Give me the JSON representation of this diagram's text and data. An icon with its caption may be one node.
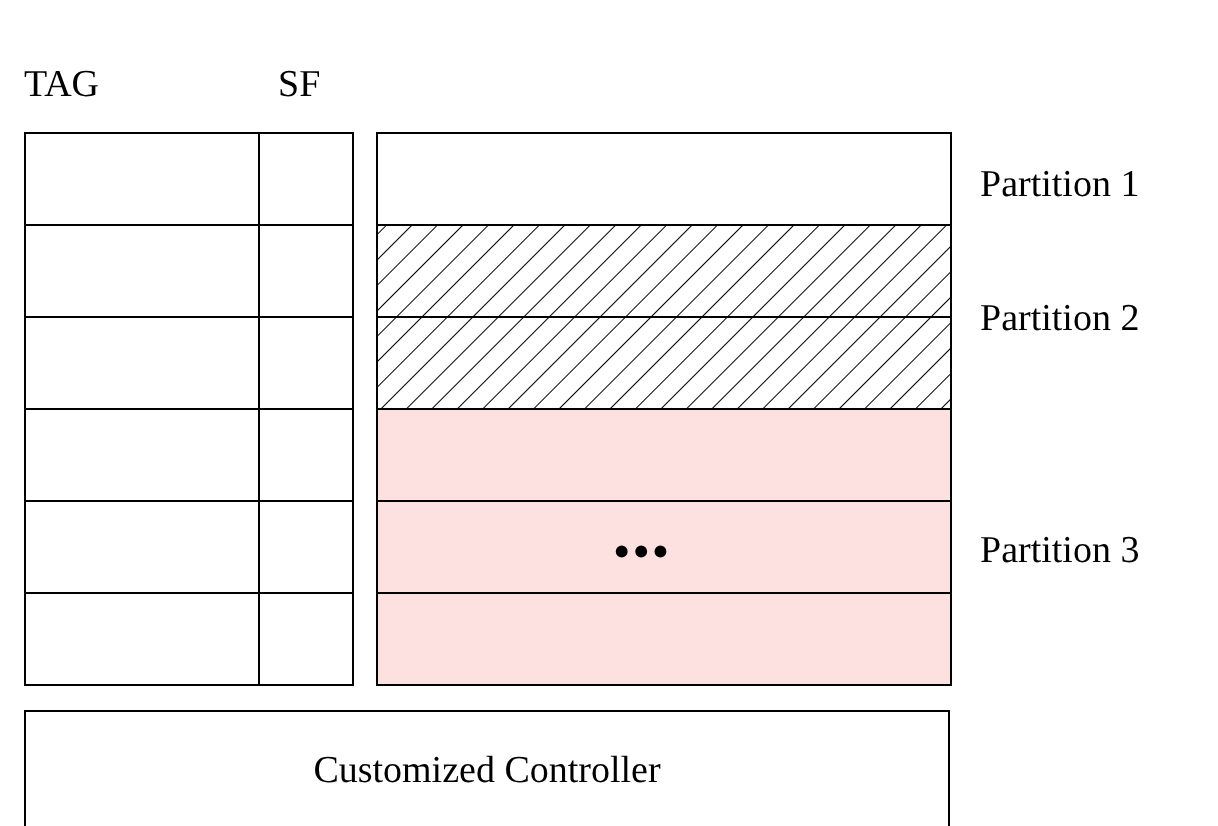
{
  "diagram": {
    "nodes": [
      {
        "text": [
          "Customized Controller"
        ]
      }
    ],
    "labels": [
      "TAG",
      "SF",
      "Partition 1",
      "Partition 2",
      "•••",
      "Partition 3"
    ]
  }
}
